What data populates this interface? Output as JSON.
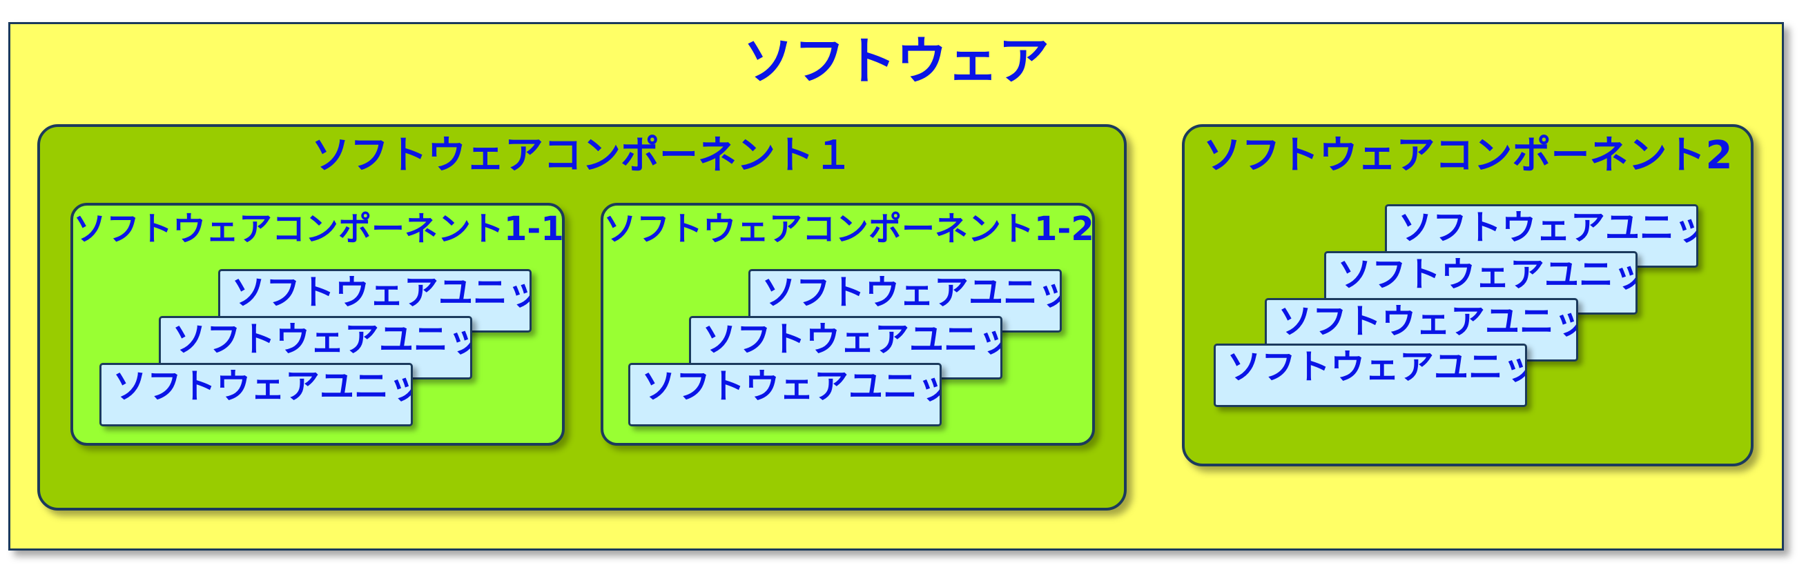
{
  "software": {
    "title": "ソフトウェア"
  },
  "component1": {
    "title": "ソフトウェアコンポーネント１",
    "sub1": {
      "title": "ソフトウェアコンポーネント1-1",
      "units": [
        "ソフトウェアユニット",
        "ソフトウェアユニット",
        "ソフトウェアユニット"
      ]
    },
    "sub2": {
      "title": "ソフトウェアコンポーネント1-2",
      "units": [
        "ソフトウェアユニット",
        "ソフトウェアユニット",
        "ソフトウェアユニット"
      ]
    }
  },
  "component2": {
    "title": "ソフトウェアコンポーネント2",
    "units": [
      "ソフトウェアユニット",
      "ソフトウェアユニット",
      "ソフトウェアユニット",
      "ソフトウェアユニット"
    ]
  },
  "colors": {
    "software_bg": "#ffff66",
    "component_bg": "#99cc00",
    "subcomponent_bg": "#99ff33",
    "unit_bg": "#cceeff",
    "text": "#0a14e6",
    "border": "#1b3a5c"
  }
}
